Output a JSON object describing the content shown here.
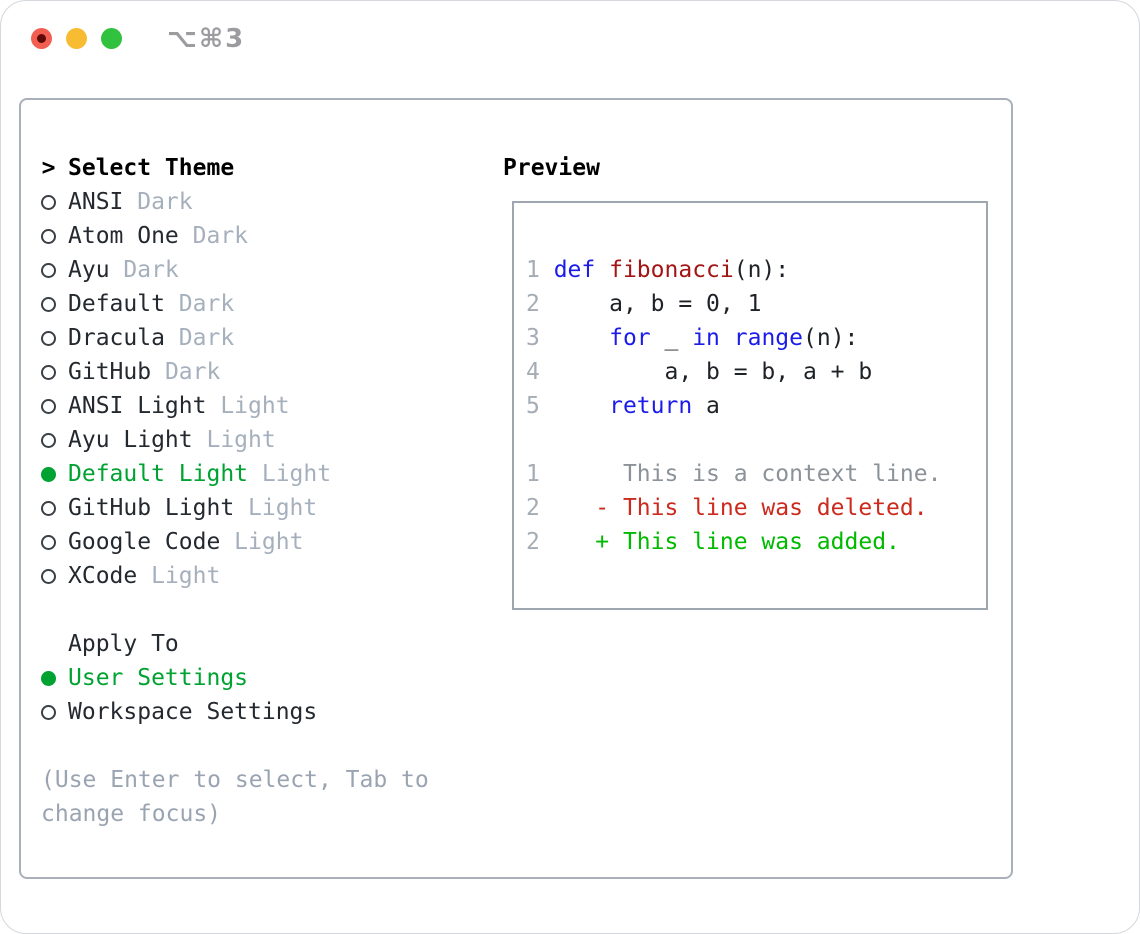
{
  "titlebar": {
    "title": "⌥⌘3",
    "buttons": [
      "close",
      "minimize",
      "zoom"
    ]
  },
  "colors": {
    "ui_green": "#00a232",
    "diff_green": "#00ba00",
    "diff_red": "#cb2a1d",
    "keyword_blue": "#1c1ce8",
    "function_red": "#a31515",
    "line_number_gray": "#a5acb4",
    "muted_gray": "#a6b0bd",
    "traffic_red": "#f25f52",
    "traffic_yellow": "#f7bc32",
    "traffic_green": "#30c13e"
  },
  "theme_panel": {
    "header_marker": ">",
    "header": "Select Theme",
    "themes": [
      {
        "name": "ANSI",
        "variant": "Dark",
        "selected": false
      },
      {
        "name": "Atom One",
        "variant": "Dark",
        "selected": false
      },
      {
        "name": "Ayu",
        "variant": "Dark",
        "selected": false
      },
      {
        "name": "Default",
        "variant": "Dark",
        "selected": false
      },
      {
        "name": "Dracula",
        "variant": "Dark",
        "selected": false
      },
      {
        "name": "GitHub",
        "variant": "Dark",
        "selected": false
      },
      {
        "name": "ANSI Light",
        "variant": "Light",
        "selected": false
      },
      {
        "name": "Ayu Light",
        "variant": "Light",
        "selected": false
      },
      {
        "name": "Default Light",
        "variant": "Light",
        "selected": true
      },
      {
        "name": "GitHub Light",
        "variant": "Light",
        "selected": false
      },
      {
        "name": "Google Code",
        "variant": "Light",
        "selected": false
      },
      {
        "name": "XCode",
        "variant": "Light",
        "selected": false
      }
    ],
    "apply_to": {
      "header": "Apply To",
      "options": [
        {
          "label": "User Settings",
          "selected": true
        },
        {
          "label": "Workspace Settings",
          "selected": false
        }
      ]
    },
    "hint_lines": [
      "(Use Enter to select, Tab to",
      "change focus)"
    ]
  },
  "preview": {
    "title": "Preview",
    "lines": [
      {
        "segs": [
          {
            "c": "num",
            "t": "1 "
          },
          {
            "c": "kw",
            "t": "def"
          },
          {
            "c": "plain",
            "t": " "
          },
          {
            "c": "fn",
            "t": "fibonacci"
          },
          {
            "c": "plain",
            "t": "(n):"
          }
        ]
      },
      {
        "segs": [
          {
            "c": "num",
            "t": "2 "
          },
          {
            "c": "plain",
            "t": "    a, b = 0, 1"
          }
        ]
      },
      {
        "segs": [
          {
            "c": "num",
            "t": "3 "
          },
          {
            "c": "plain",
            "t": "    "
          },
          {
            "c": "kw",
            "t": "for"
          },
          {
            "c": "plain",
            "t": " _ "
          },
          {
            "c": "kw",
            "t": "in"
          },
          {
            "c": "plain",
            "t": " "
          },
          {
            "c": "kw",
            "t": "range"
          },
          {
            "c": "plain",
            "t": "(n):"
          }
        ]
      },
      {
        "segs": [
          {
            "c": "num",
            "t": "4 "
          },
          {
            "c": "plain",
            "t": "        a, b = b, a + b"
          }
        ]
      },
      {
        "segs": [
          {
            "c": "num",
            "t": "5 "
          },
          {
            "c": "plain",
            "t": "    "
          },
          {
            "c": "kw",
            "t": "return"
          },
          {
            "c": "plain",
            "t": " a"
          }
        ]
      },
      {
        "segs": []
      },
      {
        "segs": [
          {
            "c": "num",
            "t": "1"
          },
          {
            "c": "ctx",
            "t": "      This is a context line."
          }
        ]
      },
      {
        "segs": [
          {
            "c": "num",
            "t": "2"
          },
          {
            "c": "del",
            "t": "    - This line was deleted."
          }
        ]
      },
      {
        "segs": [
          {
            "c": "num",
            "t": "2"
          },
          {
            "c": "add",
            "t": "    + This line was added."
          }
        ]
      }
    ]
  }
}
